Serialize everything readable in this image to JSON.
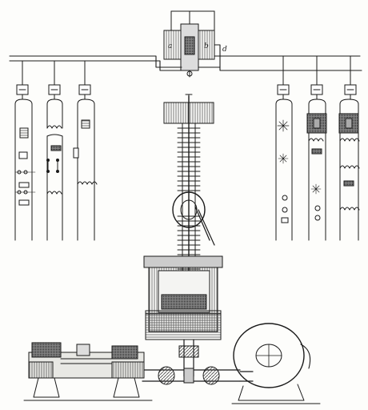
{
  "figure": {
    "labels": {
      "relay_left": "a",
      "relay_right": "b",
      "wire_d": "d"
    }
  },
  "colors": {
    "ink": "#1a1a1a",
    "paper": "#fdfdfb",
    "hatch": "#555555"
  }
}
